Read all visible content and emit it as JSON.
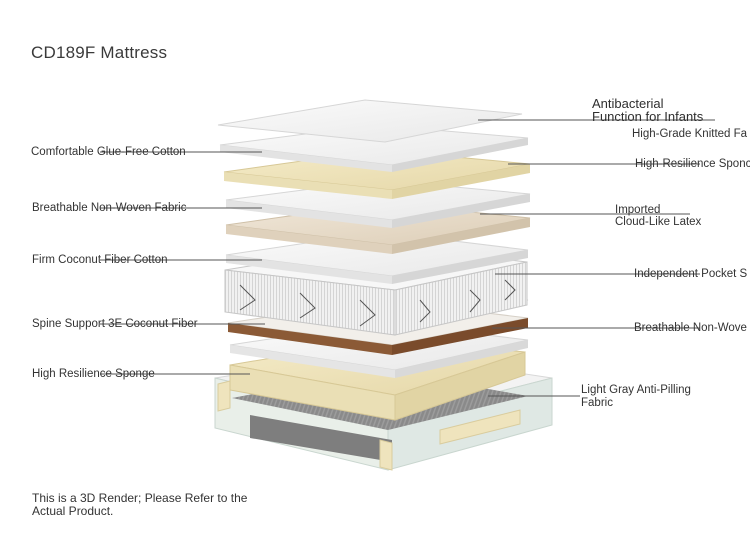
{
  "title": "CD189F Mattress",
  "note": "This is a 3D Render; Please Refer to the Actual Product.",
  "labels_left": [
    {
      "text": "Comfortable Glue-Free Cotton"
    },
    {
      "text": "Breathable Non-Woven Fabric"
    },
    {
      "text": "Firm Coconut Fiber Cotton"
    },
    {
      "text": "Spine Support 3E Coconut Fiber"
    },
    {
      "text": "High Resilience Sponge"
    }
  ],
  "labels_right": [
    {
      "line1": "Antibacterial",
      "line2": "Function for Infants"
    },
    {
      "text": "High-Grade Knitted Fa"
    },
    {
      "text": "High-Resilience Sponc"
    },
    {
      "line1": "Imported",
      "line2": "Cloud-Like Latex"
    },
    {
      "text": "Independent Pocket S"
    },
    {
      "text": "Breathable Non-Wove"
    },
    {
      "line1": "Light Gray Anti-Pilling",
      "line2": "Fabric"
    }
  ],
  "colors": {
    "white_layer": "#f4f4f4",
    "sponge": "#efe4bd",
    "latex": "#e8dccb",
    "coconut": "#8b5a36",
    "base_gray": "#8f8f8f"
  }
}
